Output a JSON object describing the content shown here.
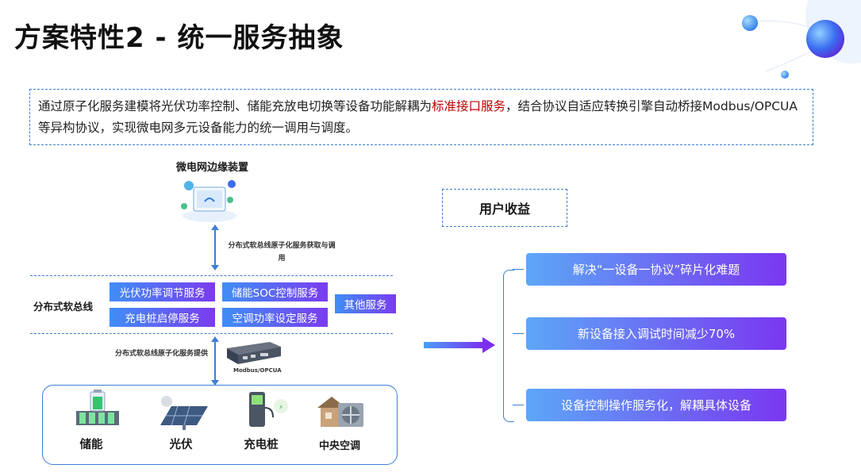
{
  "title": "方案特性2 - 统一服务抽象",
  "intro": {
    "part1": "通过原子化服务建模将光伏功率控制、储能充放电切换等设备功能解耦为",
    "highlight": "标准接口服务",
    "part2": "，结合协议自适应转换引擎自动桥接Modbus/OPCUA等异构协议，实现微电网多元设备能力的统一调用与调度。"
  },
  "device": {
    "label": "微电网边缘装置"
  },
  "arrow_upper_note": "分布式软总线原子化服务获取与调用",
  "bus": {
    "label": "分布式软总线",
    "services": [
      "光伏功率调节服务",
      "储能SOC控制服务",
      "充电桩启停服务",
      "空调功率设定服务",
      "其他服务"
    ]
  },
  "arrow_lower_note": "分布式软总线原子化服务提供",
  "gateway": {
    "label": "Modbus/OPCUA"
  },
  "devices": [
    {
      "name": "储能",
      "icon": "energy-storage-icon"
    },
    {
      "name": "光伏",
      "icon": "solar-panel-icon"
    },
    {
      "name": "充电桩",
      "icon": "charging-pile-icon"
    },
    {
      "name": "中央空调",
      "icon": "air-conditioner-icon"
    }
  ],
  "benefits": {
    "title": "用户收益",
    "items": [
      "解决“一设备一协议”碎片化难题",
      "新设备接入调试时间减少70%",
      "设备控制操作服务化，解耦具体设备"
    ]
  },
  "colors": {
    "accent": "#3b7fd6",
    "gradient_start": "#3f8ef5",
    "gradient_end": "#7b3bf0",
    "highlight": "#c00000"
  }
}
